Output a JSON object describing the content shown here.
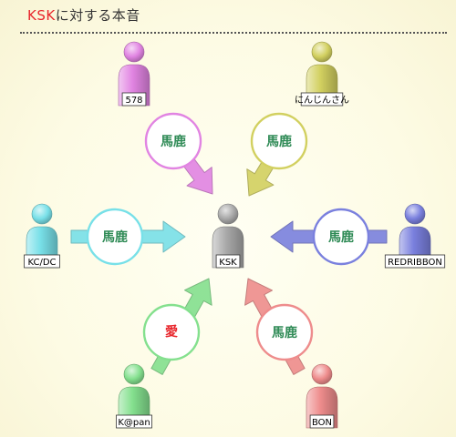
{
  "title": {
    "highlight": "KSK",
    "rest": "に対する本音"
  },
  "center": {
    "name": "KSK",
    "color": "#a8a8a8"
  },
  "people": [
    {
      "name": "578",
      "message": "馬鹿",
      "color": "#e184e2",
      "text_color": "#2e8a55"
    },
    {
      "name": "にんじんさん",
      "message": "馬鹿",
      "color": "#d2d060",
      "text_color": "#2e8a55"
    },
    {
      "name": "KC/DC",
      "message": "馬鹿",
      "color": "#78e0e8",
      "text_color": "#2e8a55"
    },
    {
      "name": "REDRIBBON",
      "message": "馬鹿",
      "color": "#7a80de",
      "text_color": "#2e8a55"
    },
    {
      "name": "K@pan",
      "message": "愛",
      "color": "#84e08e",
      "text_color": "#e8262c"
    },
    {
      "name": "BON",
      "message": "馬鹿",
      "color": "#ee8c8c",
      "text_color": "#2e8a55"
    }
  ]
}
